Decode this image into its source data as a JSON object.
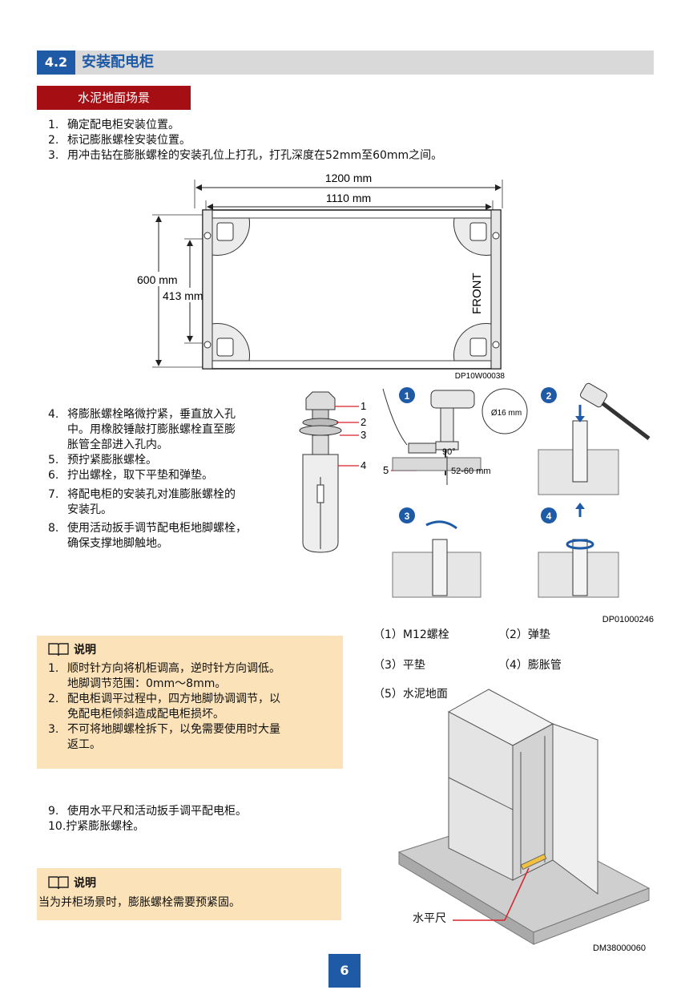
{
  "section": {
    "number": "4.2",
    "title": "安装配电柜"
  },
  "scene": "水泥地面场景",
  "steps_top": [
    {
      "num": "1.",
      "text": "确定配电柜安装位置。"
    },
    {
      "num": "2.",
      "text": "标记膨胀螺栓安装位置。"
    },
    {
      "num": "3.",
      "text": "用冲击钻在膨胀螺栓的安装孔位上打孔，打孔深度在52mm至60mm之间。"
    }
  ],
  "fig1": {
    "dim_1200": "1200 mm",
    "dim_1110": "1110 mm",
    "dim_600": "600 mm",
    "dim_413": "413 mm",
    "front": "FRONT",
    "code": "DP10W00038"
  },
  "steps_mid": [
    {
      "num": "4.",
      "lines": [
        "将膨胀螺栓略微拧紧，垂直放入孔",
        "中。用橡胶锤敲打膨胀螺栓直至膨",
        "胀管全部进入孔内。"
      ]
    },
    {
      "num": "5.",
      "lines": [
        "预拧紧膨胀螺栓。"
      ]
    },
    {
      "num": "6.",
      "lines": [
        "拧出螺栓，取下平垫和弹垫。"
      ]
    },
    {
      "num": "7.",
      "lines": [
        "将配电柜的安装孔对准膨胀螺栓的",
        "安装孔。"
      ]
    },
    {
      "num": "8.",
      "lines": [
        "使用活动扳手调节配电柜地脚螺栓，",
        "确保支撑地脚触地。"
      ]
    }
  ],
  "fig2": {
    "callouts": [
      "1",
      "2",
      "3",
      "4",
      "5"
    ],
    "badges": [
      "1",
      "2",
      "3",
      "4"
    ],
    "drill_bit": "Ø16 mm",
    "angle": "90°",
    "depth": "52-60 mm",
    "code": "DP01000246"
  },
  "legend": [
    "（1）M12螺栓",
    "（2）弹垫",
    "（3）平垫",
    "（4）膨胀管",
    "（5）水泥地面"
  ],
  "note1": {
    "title": "说明",
    "items": [
      {
        "num": "1.",
        "lines": [
          "顺时针方向将机柜调高，逆时针方向调低。",
          "地脚调节范围：0mm～8mm。"
        ]
      },
      {
        "num": "2.",
        "lines": [
          "配电柜调平过程中，四方地脚协调调节，以",
          "免配电柜倾斜造成配电柜损坏。"
        ]
      },
      {
        "num": "3.",
        "lines": [
          "不可将地脚螺栓拆下，以免需要使用时大量",
          "返工。"
        ]
      }
    ]
  },
  "steps_bottom": [
    {
      "num": "9.",
      "text": "使用水平尺和活动扳手调平配电柜。"
    },
    {
      "num": "10.",
      "text": "拧紧膨胀螺栓。"
    }
  ],
  "note2": {
    "title": "说明",
    "text": "当为并柜场景时，膨胀螺栓需要预紧固。"
  },
  "fig3": {
    "level_label": "水平尺",
    "code": "DM38000060"
  },
  "page_number": "6",
  "colors": {
    "accent_blue": "#1f5aa6",
    "scene_red": "#a50f14",
    "note_bg": "#fbe2b8",
    "callout_red": "#d8222a"
  }
}
